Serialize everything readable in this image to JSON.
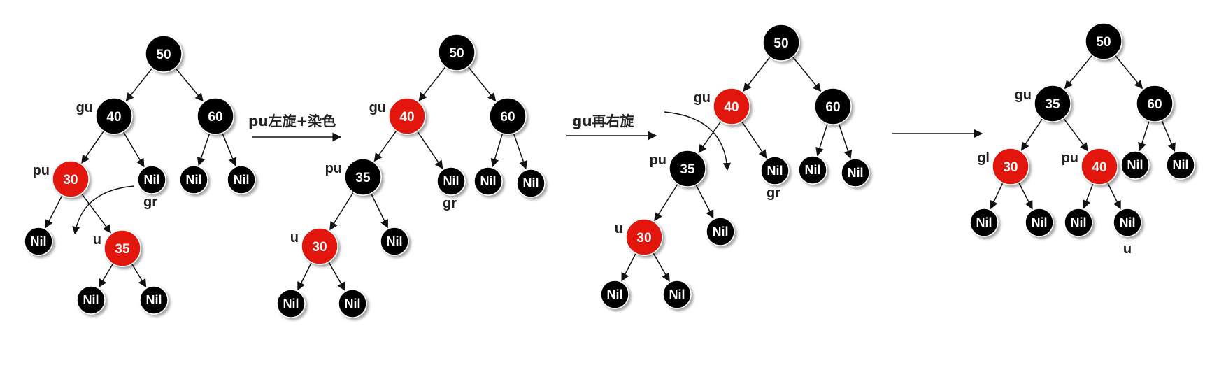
{
  "colors": {
    "black_node": "#000000",
    "red_node": "#e2170b",
    "edge": "#111111",
    "text": "#222222"
  },
  "operations": [
    {
      "label": "pu左旋+染色"
    },
    {
      "label": "gu再右旋"
    },
    {
      "label": ""
    }
  ],
  "trees": [
    {
      "nodes": [
        {
          "id": "n50",
          "text": "50",
          "color": "black"
        },
        {
          "id": "n40",
          "text": "40",
          "color": "black",
          "tag": "gu"
        },
        {
          "id": "n60",
          "text": "60",
          "color": "black"
        },
        {
          "id": "n30",
          "text": "30",
          "color": "red",
          "tag": "pu"
        },
        {
          "id": "nilA",
          "text": "Nil",
          "color": "black",
          "tag": "gr"
        },
        {
          "id": "nilB",
          "text": "Nil",
          "color": "black"
        },
        {
          "id": "nilC",
          "text": "Nil",
          "color": "black"
        },
        {
          "id": "nilD",
          "text": "Nil",
          "color": "black"
        },
        {
          "id": "n35",
          "text": "35",
          "color": "red",
          "tag": "u"
        },
        {
          "id": "nilE",
          "text": "Nil",
          "color": "black"
        },
        {
          "id": "nilF",
          "text": "Nil",
          "color": "black"
        }
      ],
      "edges": [
        [
          "n50",
          "n40"
        ],
        [
          "n50",
          "n60"
        ],
        [
          "n40",
          "n30"
        ],
        [
          "n40",
          "nilA"
        ],
        [
          "n60",
          "nilB"
        ],
        [
          "n60",
          "nilC"
        ],
        [
          "n30",
          "nilD"
        ],
        [
          "n30",
          "n35"
        ],
        [
          "n35",
          "nilE"
        ],
        [
          "n35",
          "nilF"
        ]
      ]
    },
    {
      "nodes": [
        {
          "id": "n50",
          "text": "50",
          "color": "black"
        },
        {
          "id": "n40",
          "text": "40",
          "color": "red",
          "tag": "gu"
        },
        {
          "id": "n60",
          "text": "60",
          "color": "black"
        },
        {
          "id": "n35",
          "text": "35",
          "color": "black",
          "tag": "pu"
        },
        {
          "id": "nilA",
          "text": "Nil",
          "color": "black",
          "tag": "gr"
        },
        {
          "id": "nilB",
          "text": "Nil",
          "color": "black"
        },
        {
          "id": "nilC",
          "text": "Nil",
          "color": "black"
        },
        {
          "id": "n30",
          "text": "30",
          "color": "red",
          "tag": "u"
        },
        {
          "id": "nilD",
          "text": "Nil",
          "color": "black"
        },
        {
          "id": "nilE",
          "text": "Nil",
          "color": "black"
        },
        {
          "id": "nilF",
          "text": "Nil",
          "color": "black"
        }
      ],
      "edges": [
        [
          "n50",
          "n40"
        ],
        [
          "n50",
          "n60"
        ],
        [
          "n40",
          "n35"
        ],
        [
          "n40",
          "nilA"
        ],
        [
          "n60",
          "nilB"
        ],
        [
          "n60",
          "nilC"
        ],
        [
          "n35",
          "n30"
        ],
        [
          "n35",
          "nilD"
        ],
        [
          "n30",
          "nilE"
        ],
        [
          "n30",
          "nilF"
        ]
      ]
    },
    {
      "nodes": [
        {
          "id": "n50",
          "text": "50",
          "color": "black"
        },
        {
          "id": "n40",
          "text": "40",
          "color": "red",
          "tag": "gu"
        },
        {
          "id": "n60",
          "text": "60",
          "color": "black"
        },
        {
          "id": "n35",
          "text": "35",
          "color": "black",
          "tag": "pu"
        },
        {
          "id": "nilA",
          "text": "Nil",
          "color": "black",
          "tag": "gr"
        },
        {
          "id": "nilB",
          "text": "Nil",
          "color": "black"
        },
        {
          "id": "nilC",
          "text": "Nil",
          "color": "black"
        },
        {
          "id": "n30",
          "text": "30",
          "color": "red",
          "tag": "u"
        },
        {
          "id": "nilD",
          "text": "Nil",
          "color": "black"
        },
        {
          "id": "nilE",
          "text": "Nil",
          "color": "black"
        },
        {
          "id": "nilF",
          "text": "Nil",
          "color": "black"
        }
      ],
      "edges": [
        [
          "n50",
          "n40"
        ],
        [
          "n50",
          "n60"
        ],
        [
          "n40",
          "n35"
        ],
        [
          "n40",
          "nilA"
        ],
        [
          "n60",
          "nilB"
        ],
        [
          "n60",
          "nilC"
        ],
        [
          "n35",
          "n30"
        ],
        [
          "n35",
          "nilD"
        ],
        [
          "n30",
          "nilE"
        ],
        [
          "n30",
          "nilF"
        ]
      ]
    },
    {
      "nodes": [
        {
          "id": "n50",
          "text": "50",
          "color": "black"
        },
        {
          "id": "n35",
          "text": "35",
          "color": "black",
          "tag": "gu"
        },
        {
          "id": "n60",
          "text": "60",
          "color": "black"
        },
        {
          "id": "n30",
          "text": "30",
          "color": "red",
          "tag": "gl"
        },
        {
          "id": "n40",
          "text": "40",
          "color": "red",
          "tag": "pu"
        },
        {
          "id": "nilB",
          "text": "Nil",
          "color": "black"
        },
        {
          "id": "nilC",
          "text": "Nil",
          "color": "black"
        },
        {
          "id": "nilD",
          "text": "Nil",
          "color": "black"
        },
        {
          "id": "nilE",
          "text": "Nil",
          "color": "black"
        },
        {
          "id": "nilF",
          "text": "Nil",
          "color": "black"
        },
        {
          "id": "nilG",
          "text": "Nil",
          "color": "black",
          "tag": "u"
        }
      ],
      "edges": [
        [
          "n50",
          "n35"
        ],
        [
          "n50",
          "n60"
        ],
        [
          "n60",
          "nilB"
        ],
        [
          "n60",
          "nilC"
        ],
        [
          "n35",
          "n30"
        ],
        [
          "n35",
          "n40"
        ],
        [
          "n30",
          "nilD"
        ],
        [
          "n30",
          "nilE"
        ],
        [
          "n40",
          "nilF"
        ],
        [
          "n40",
          "nilG"
        ]
      ]
    }
  ]
}
